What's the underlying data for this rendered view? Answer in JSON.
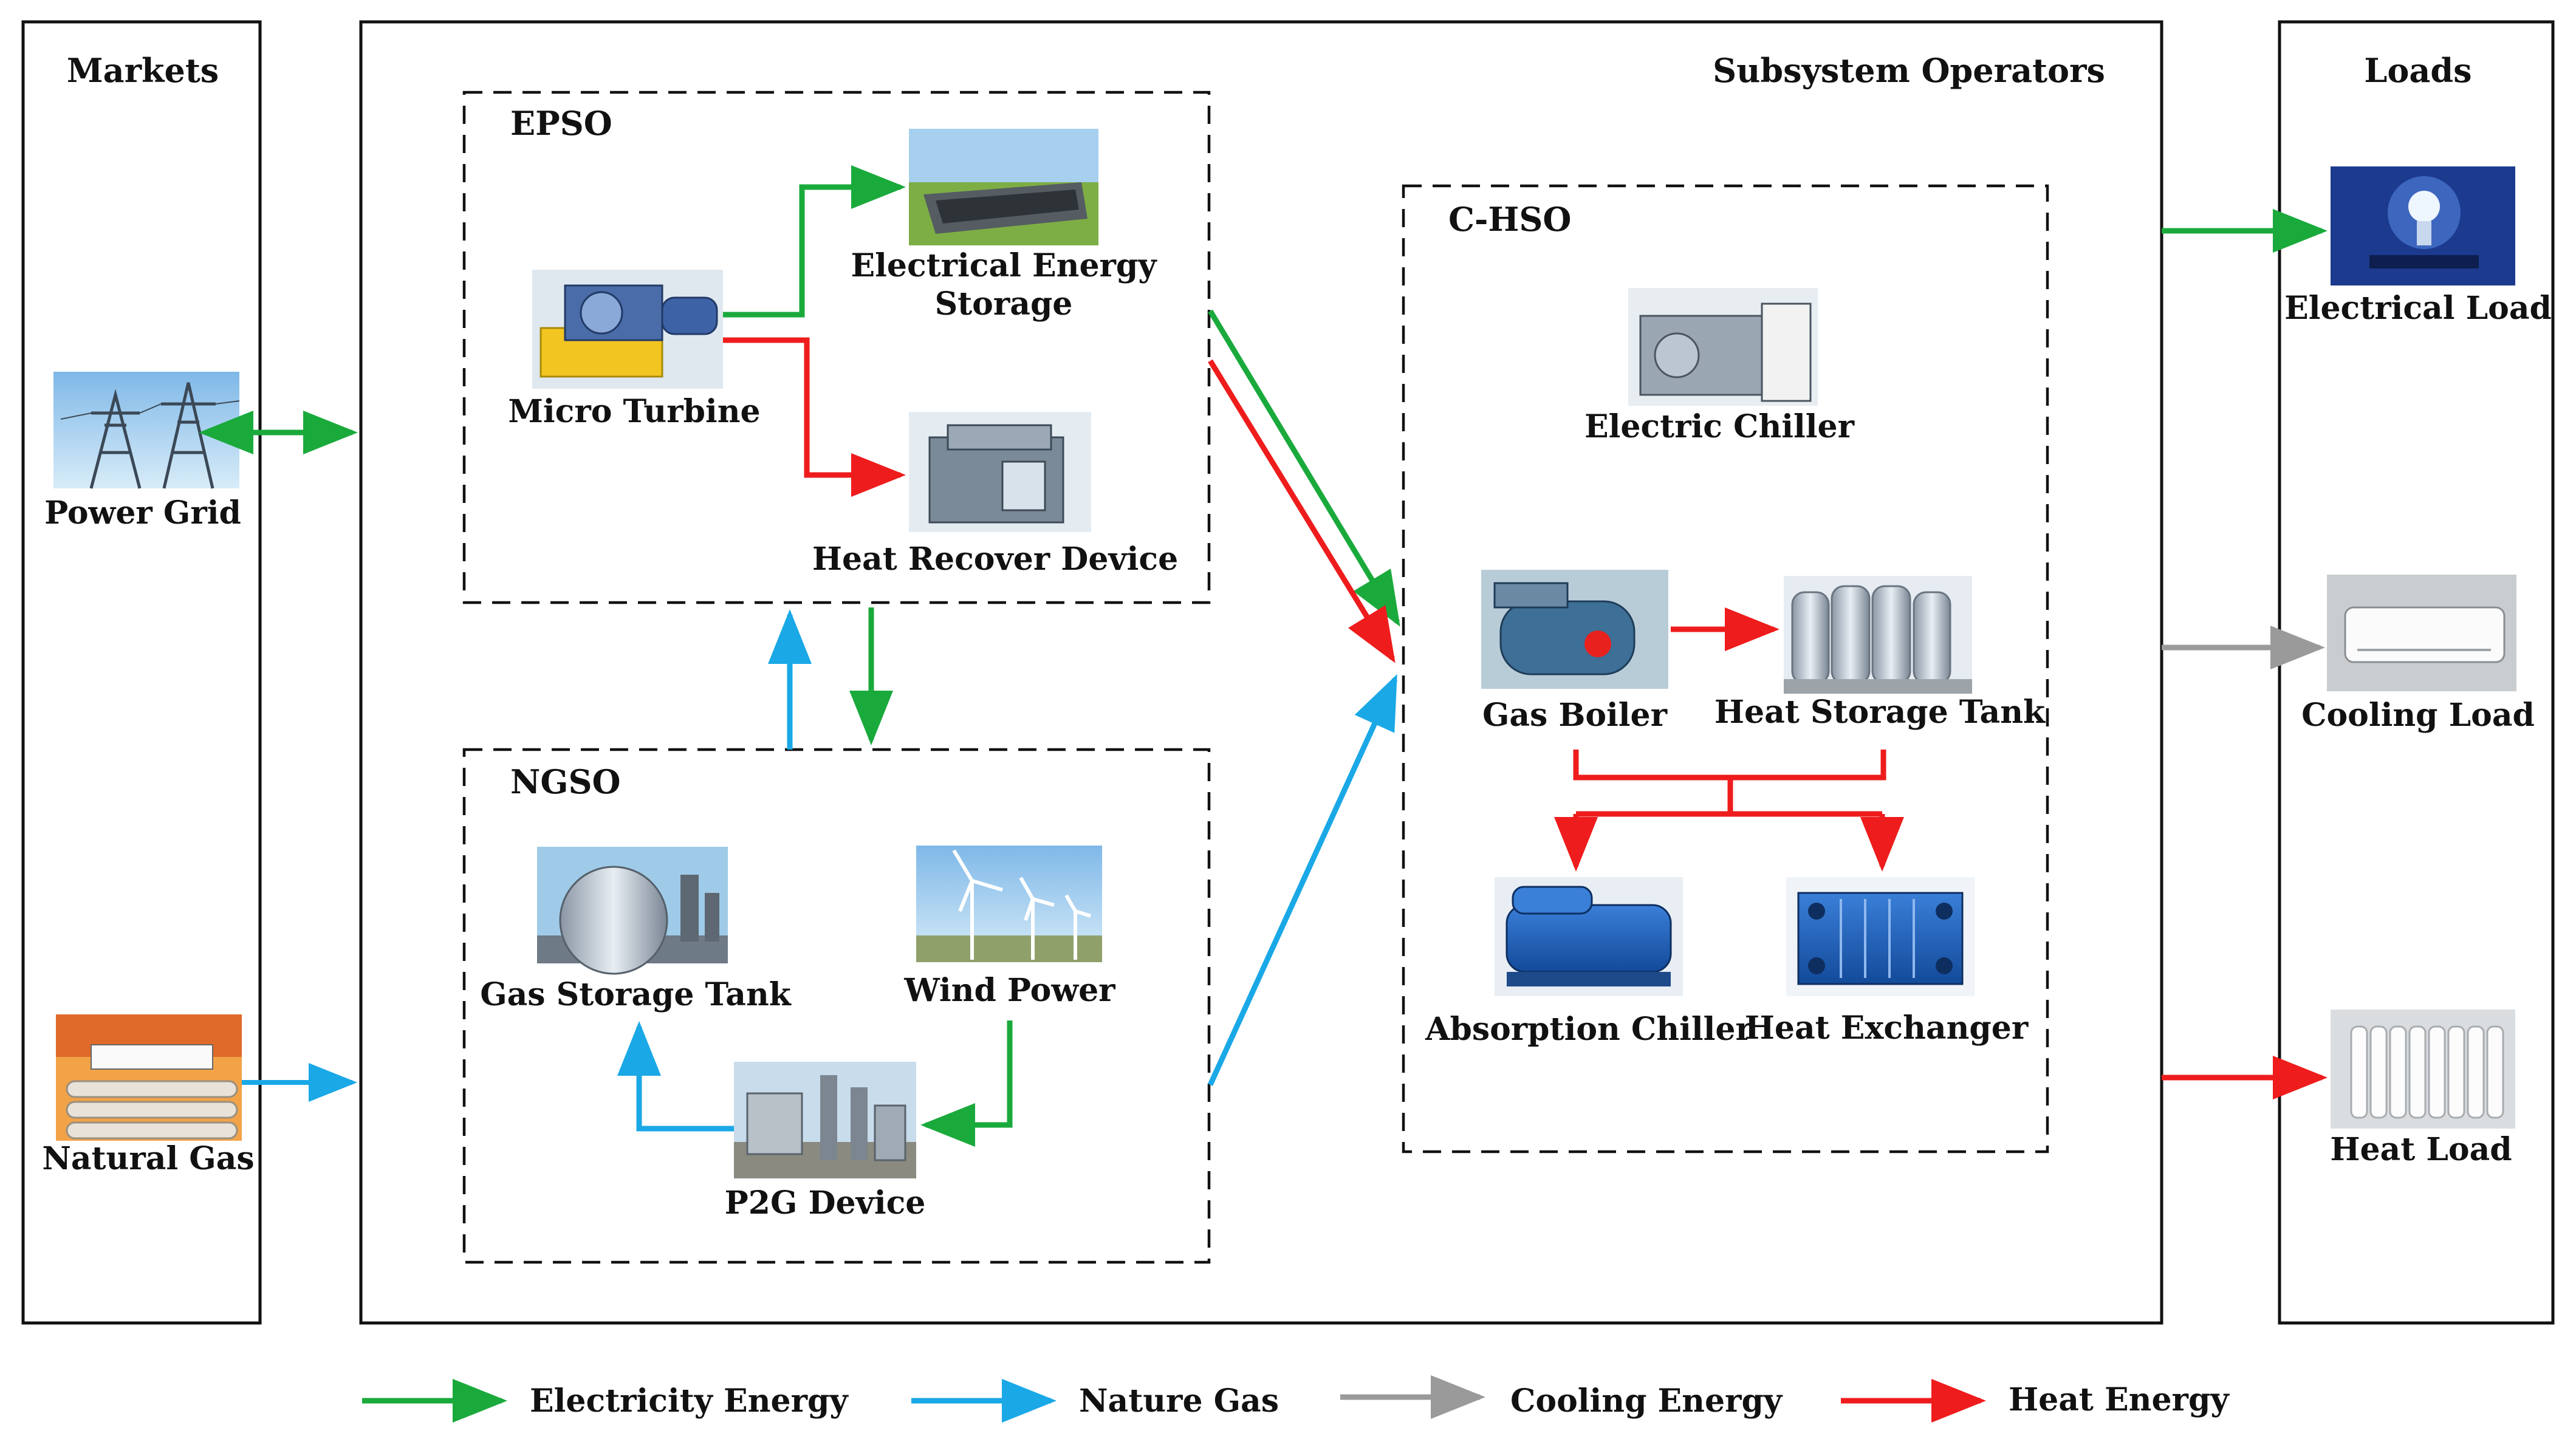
{
  "panels": {
    "markets_title": "Markets",
    "operators_title": "Subsystem Operators",
    "loads_title": "Loads"
  },
  "groups": {
    "epso": "EPSO",
    "ngso": "NGSO",
    "chso": "C-HSO"
  },
  "markets": {
    "power_grid": "Power Grid",
    "natural_gas": "Natural Gas"
  },
  "epso": {
    "micro_turbine": "Micro Turbine",
    "ees_line1": "Electrical Energy",
    "ees_line2": "Storage",
    "heat_recover": "Heat Recover Device"
  },
  "ngso": {
    "gas_storage": "Gas Storage Tank",
    "wind_power": "Wind Power",
    "p2g": "P2G Device"
  },
  "chso": {
    "electric_chiller": "Electric Chiller",
    "gas_boiler": "Gas Boiler",
    "heat_storage": "Heat Storage Tank",
    "absorption_chiller": "Absorption Chiller",
    "heat_exchanger": "Heat Exchanger"
  },
  "loads": {
    "electrical": "Electrical Load",
    "cooling": "Cooling Load",
    "heat": "Heat Load"
  },
  "legend": {
    "electricity": "Electricity Energy",
    "gas": "Nature Gas",
    "cooling": "Cooling Energy",
    "heat": "Heat Energy"
  },
  "colors": {
    "electricity": "#1aaa3c",
    "gas": "#1aa8e6",
    "cooling": "#9a9a9a",
    "heat": "#ee1c1c"
  }
}
